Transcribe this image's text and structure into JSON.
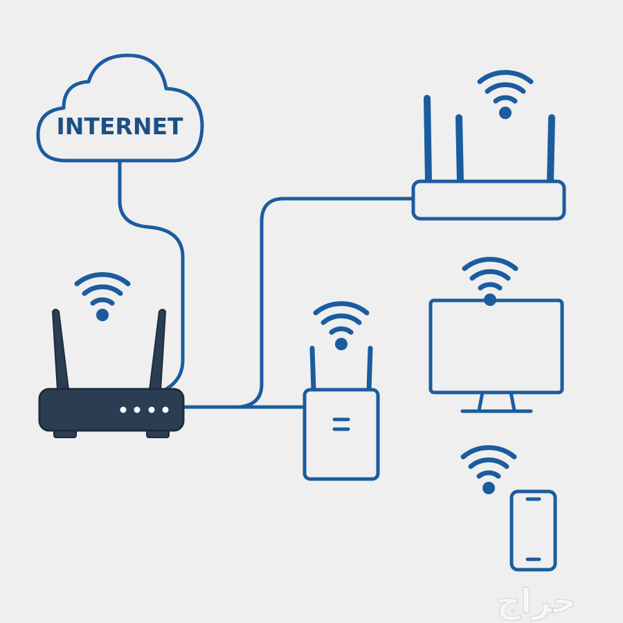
{
  "cloud": {
    "label": "INTERNET"
  },
  "devices": [
    "main-router",
    "wifi-router",
    "range-extender",
    "monitor",
    "smartphone"
  ],
  "icons": [
    "cloud-icon",
    "router-icon",
    "wifi-icon",
    "extender-icon",
    "monitor-icon",
    "phone-icon"
  ],
  "watermark": "حراج",
  "colors": {
    "background": "#efefef",
    "line": "#1b5c9e",
    "router_body": "#2b3d52",
    "text": "#1e4f82"
  }
}
